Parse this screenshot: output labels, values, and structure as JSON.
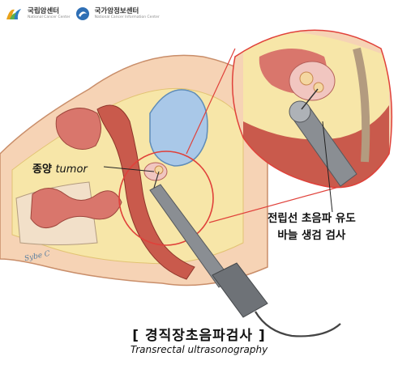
{
  "logos": [
    {
      "name": "국립암센터",
      "sub": "National Cancer Center"
    },
    {
      "name": "국가암정보센터",
      "sub": "National Cancer Information Center"
    }
  ],
  "labels": {
    "tumor_ko": "종양",
    "tumor_en": "tumor",
    "biopsy_line1": "전립선 초음파 유도",
    "biopsy_line2": "바늘 생검 검사",
    "title": "[ 경직장초음파검사 ]",
    "subtitle": "Transrectal ultrasonography"
  },
  "colors": {
    "skin": "#f6d3b5",
    "fat": "#f7e6a8",
    "muscle": "#d9766c",
    "rectum": "#c95a4c",
    "probe": "#8a8e93",
    "callout": "#e0413a",
    "bladder": "#a9c8e8"
  }
}
